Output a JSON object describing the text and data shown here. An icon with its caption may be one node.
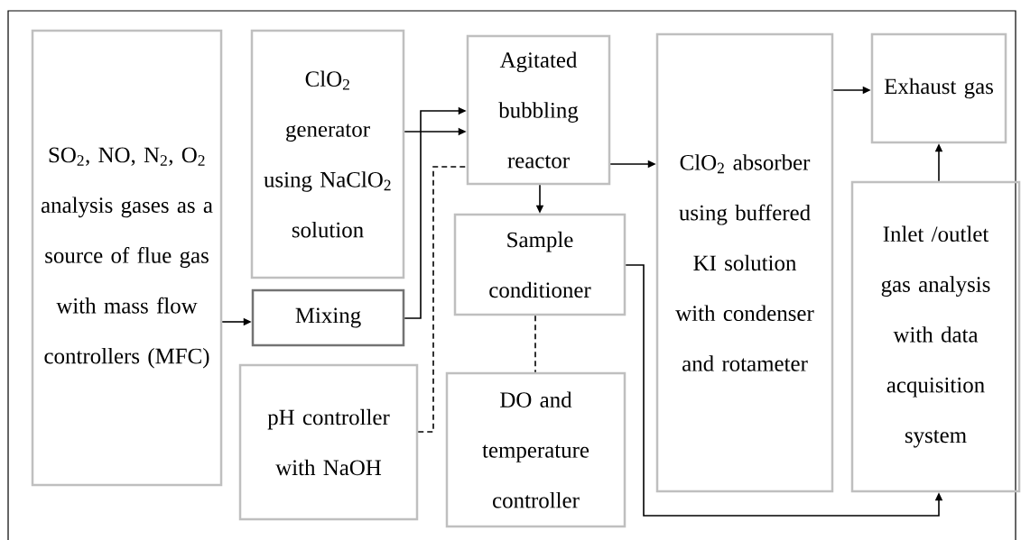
{
  "diagram": {
    "nodes": [
      {
        "text": [
          "SO$_{2}$, NO, N$_{2}$, O$_{2}$ analysis gases as a source of flue gas with mass flow controllers (MFC)"
        ]
      },
      {
        "text": [
          "ClO$_{2}$ generator using NaClO$_{2}$ solution"
        ]
      },
      {
        "text": [
          "Mixing"
        ]
      },
      {
        "text": [
          "Agitated bubbling reactor"
        ]
      },
      {
        "text": [
          "Sample conditioner"
        ]
      },
      {
        "text": [
          "pH controller with NaOH"
        ]
      },
      {
        "text": [
          "DO and temperature controller"
        ]
      },
      {
        "text": [
          "ClO$_{2}$ absorber using buffered KI solution with condenser and rotameter"
        ]
      },
      {
        "text": [
          "Exhaust gas"
        ]
      },
      {
        "text": [
          "Inlet /outlet gas analysis with data acquisition system"
        ]
      }
    ],
    "edges": [
      {
        "from": 0,
        "to": 2,
        "arrow": "to"
      },
      {
        "from": 1,
        "to": 3,
        "arrow": "to"
      },
      {
        "from": 2,
        "to": 3,
        "arrow": "to"
      },
      {
        "from": 5,
        "to": 3,
        "arrow": "none",
        "style": "dashed"
      },
      {
        "from": 3,
        "to": 4,
        "arrow": "to"
      },
      {
        "from": 3,
        "to": 7,
        "arrow": "to"
      },
      {
        "from": 4,
        "to": 6,
        "arrow": "none",
        "style": "dashed"
      },
      {
        "from": 4,
        "to": 9,
        "arrow": "to"
      },
      {
        "from": 7,
        "to": 8,
        "arrow": "to"
      },
      {
        "from": 9,
        "to": 8,
        "arrow": "to"
      }
    ]
  }
}
